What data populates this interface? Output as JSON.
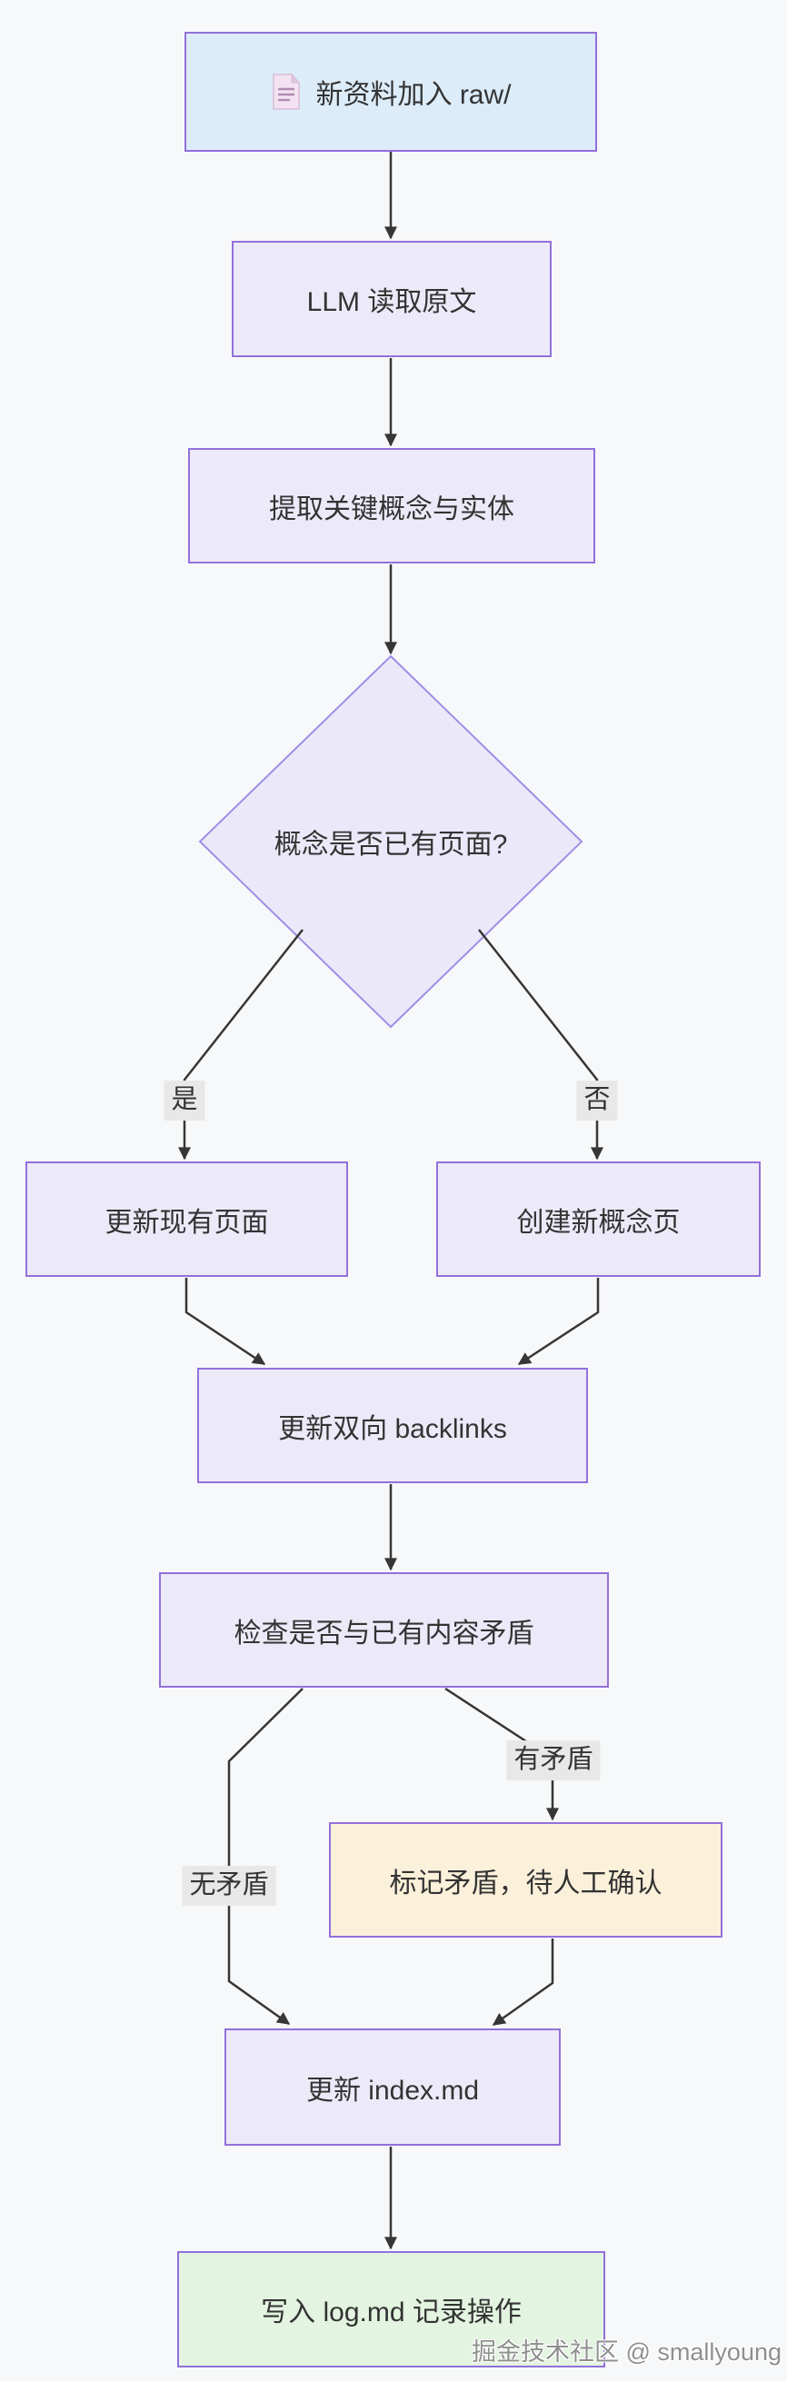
{
  "flowchart": {
    "nodes": {
      "raw": {
        "label": "新资料加入 raw/",
        "icon": "document-icon"
      },
      "llm": {
        "label": "LLM 读取原文"
      },
      "extract": {
        "label": "提取关键概念与实体"
      },
      "decision": {
        "label": "概念是否已有页面?"
      },
      "update_existing": {
        "label": "更新现有页面"
      },
      "create_new": {
        "label": "创建新概念页"
      },
      "backlinks": {
        "label": "更新双向 backlinks"
      },
      "check_conflict": {
        "label": "检查是否与已有内容矛盾"
      },
      "mark_conflict": {
        "label": "标记矛盾，待人工确认"
      },
      "update_index": {
        "label": "更新 index.md"
      },
      "write_log": {
        "label": "写入 log.md 记录操作"
      }
    },
    "edge_labels": {
      "yes": "是",
      "no": "否",
      "has_conflict": "有矛盾",
      "no_conflict": "无矛盾"
    },
    "colors": {
      "node_fill": "#eceaf8",
      "node_border": "#9370db",
      "raw_fill": "#dcecf8",
      "diamond_fill": "#ebe9f9",
      "diamond_border": "#9b8fe6",
      "conflict_fill": "#fbf0da",
      "log_fill": "#e3f4e1",
      "edge": "#363636",
      "label_bg": "#e8e8e8",
      "text": "#333333",
      "background": "#f7f8f9"
    },
    "watermark": "掘金技术社区 @ smallyoung"
  }
}
